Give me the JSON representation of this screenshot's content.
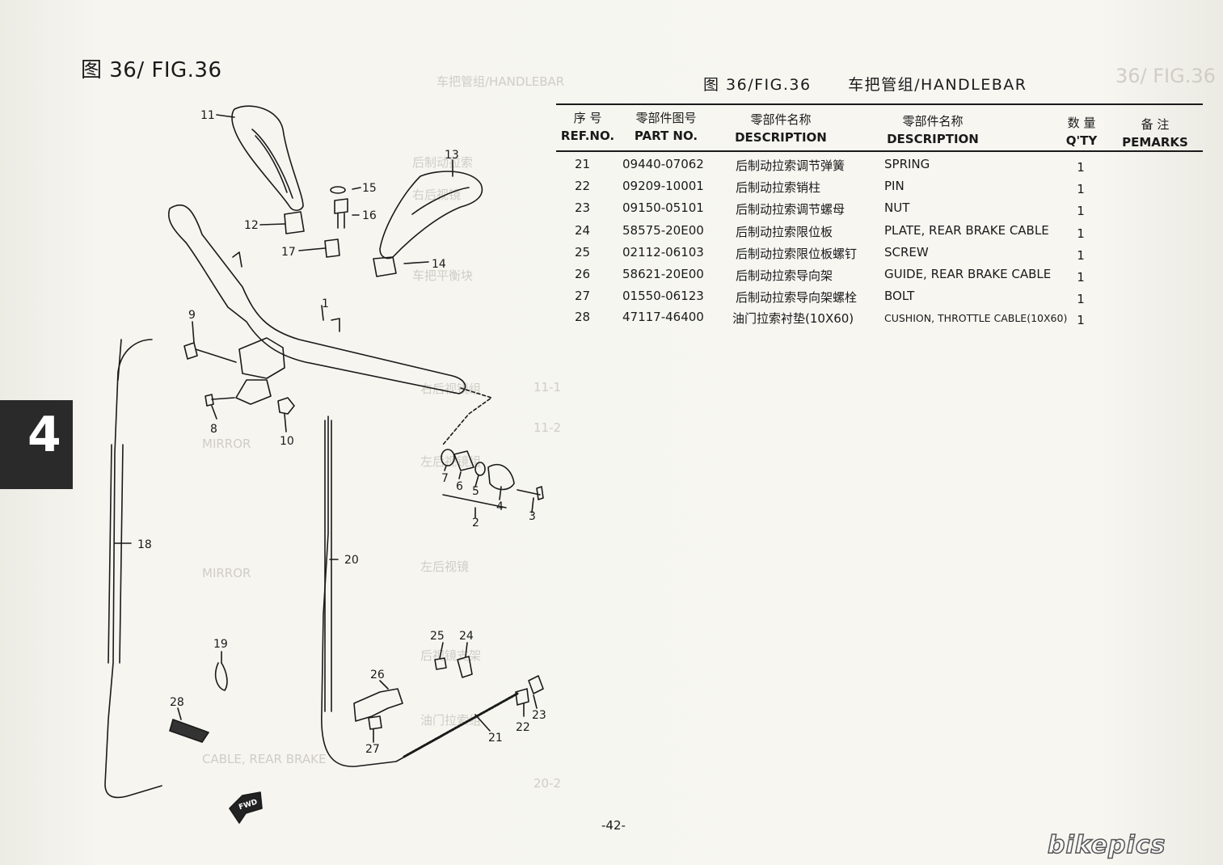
{
  "left_title": "图 36/ FIG.36",
  "section_tab": "4",
  "right_title": {
    "fig": "图 36/FIG.36",
    "name": "车把管组/HANDLEBAR"
  },
  "table": {
    "headers": {
      "ref_cn": "序 号",
      "ref_en": "REF.NO.",
      "part_cn": "零部件图号",
      "part_en": "PART NO.",
      "desc_cn": "零部件名称",
      "desc_en": "DESCRIPTION",
      "desc2_cn": "零部件名称",
      "desc2_en": "DESCRIPTION",
      "qty_cn": "数 量",
      "qty_en": "Q'TY",
      "remarks_cn": "备 注",
      "remarks_en": "PEMARKS"
    },
    "rows": [
      {
        "ref": "21",
        "part_no": "09440-07062",
        "desc_cn": "后制动拉索调节弹簧",
        "desc_en": "SPRING",
        "qty": "1"
      },
      {
        "ref": "22",
        "part_no": "09209-10001",
        "desc_cn": "后制动拉索销柱",
        "desc_en": "PIN",
        "qty": "1"
      },
      {
        "ref": "23",
        "part_no": "09150-05101",
        "desc_cn": "后制动拉索调节螺母",
        "desc_en": "NUT",
        "qty": "1"
      },
      {
        "ref": "24",
        "part_no": "58575-20E00",
        "desc_cn": "后制动拉索限位板",
        "desc_en": "PLATE, REAR BRAKE CABLE",
        "qty": "1"
      },
      {
        "ref": "25",
        "part_no": "02112-06103",
        "desc_cn": "后制动拉索限位板螺钉",
        "desc_en": "SCREW",
        "qty": "1"
      },
      {
        "ref": "26",
        "part_no": "58621-20E00",
        "desc_cn": "后制动拉索导向架",
        "desc_en": "GUIDE, REAR BRAKE CABLE",
        "qty": "1"
      },
      {
        "ref": "27",
        "part_no": "01550-06123",
        "desc_cn": "后制动拉索导向架螺栓",
        "desc_en": "BOLT",
        "qty": "1"
      },
      {
        "ref": "28",
        "part_no": "47117-46400",
        "desc_cn": "油门拉索衬垫(10X60)",
        "desc_en": "CUSHION, THROTTLE CABLE(10X60)",
        "qty": "1"
      }
    ]
  },
  "callouts": [
    "1",
    "2",
    "3",
    "4",
    "5",
    "6",
    "7",
    "8",
    "9",
    "10",
    "11",
    "12",
    "13",
    "14",
    "15",
    "16",
    "17",
    "18",
    "19",
    "20",
    "21",
    "22",
    "23",
    "24",
    "25",
    "26",
    "27",
    "28"
  ],
  "fwd_label": "FWD",
  "page_number": "-42-",
  "watermark": "bikepics"
}
